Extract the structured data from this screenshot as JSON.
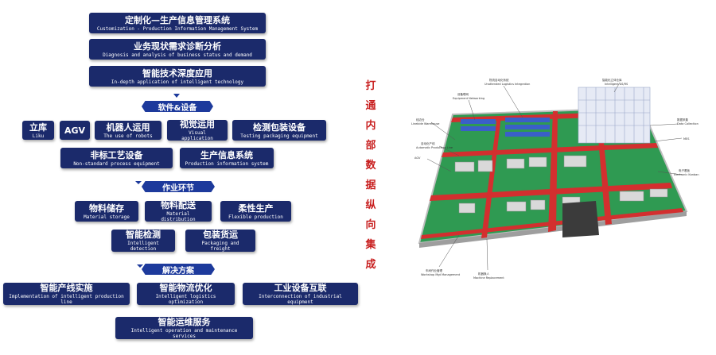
{
  "top": [
    {
      "cn": "定制化—生产信息管理系统",
      "en": "Customization - Production Information Management System"
    },
    {
      "cn": "业务现状需求诊断分析",
      "en": "Diagnosis and analysis of business status and demand"
    },
    {
      "cn": "智能技术深度应用",
      "en": "In-depth application of intelligent technology"
    }
  ],
  "sections": {
    "software": "软件&设备",
    "operation": "作业环节",
    "solution": "解决方案"
  },
  "software_items": [
    {
      "cn": "立库",
      "en": "Liku"
    },
    {
      "cn": "AGV",
      "en": ""
    },
    {
      "cn": "机器人运用",
      "en": "The use of robots"
    },
    {
      "cn": "视觉运用",
      "en": "Visual application"
    },
    {
      "cn": "检测包装设备",
      "en": "Testing packaging equipment"
    },
    {
      "cn": "非标工艺设备",
      "en": "Non-standard process equipment"
    },
    {
      "cn": "生产信息系统",
      "en": "Production information system"
    }
  ],
  "operation_items": [
    {
      "cn": "物料储存",
      "en": "Material storage"
    },
    {
      "cn": "物料配送",
      "en": "Material distribution"
    },
    {
      "cn": "柔性生产",
      "en": "Flexible production"
    },
    {
      "cn": "智能检测",
      "en": "Intelligent detection"
    },
    {
      "cn": "包装货运",
      "en": "Packaging and freight"
    }
  ],
  "solution_items": [
    {
      "cn": "智能产线实施",
      "en": "Implementation of intelligent production line"
    },
    {
      "cn": "智能物流优化",
      "en": "Intelligent logistics optimization"
    },
    {
      "cn": "工业设备互联",
      "en": "Interconnection of industrial equipment"
    },
    {
      "cn": "智能运维服务",
      "en": "Intelligent operation and maintenance services"
    }
  ],
  "vertical_title": [
    "打",
    "通",
    "内",
    "部",
    "数",
    "据",
    "纵",
    "向",
    "集",
    "成"
  ],
  "plant_labels": {
    "equipment_networking": "设备联网",
    "logistics": "物流自动化系统",
    "logistics_en": "Unattended Logistics Integration",
    "smart_warehouse": "智能化立体仓库",
    "smart_warehouse_en": "Intelligent AS/RS",
    "data_collection": "数据采集",
    "data_collection_en": "Data Collection",
    "mes": "MES",
    "line_warehouse": "线边仓",
    "line_warehouse_en": "Linebide Warehouse",
    "auto_line": "自动化产线",
    "auto_line_en": "Automatic Production Line",
    "agv": "AGV",
    "e_kanban": "电子看板",
    "e_kanban_en": "Electronic Kanban",
    "workshop_mgmt": "车间作业管理",
    "workshop_mgmt_en": "Workshop Mgt Management",
    "machine_replace": "机器换人",
    "machine_replace_en": "Machine Replacement"
  }
}
